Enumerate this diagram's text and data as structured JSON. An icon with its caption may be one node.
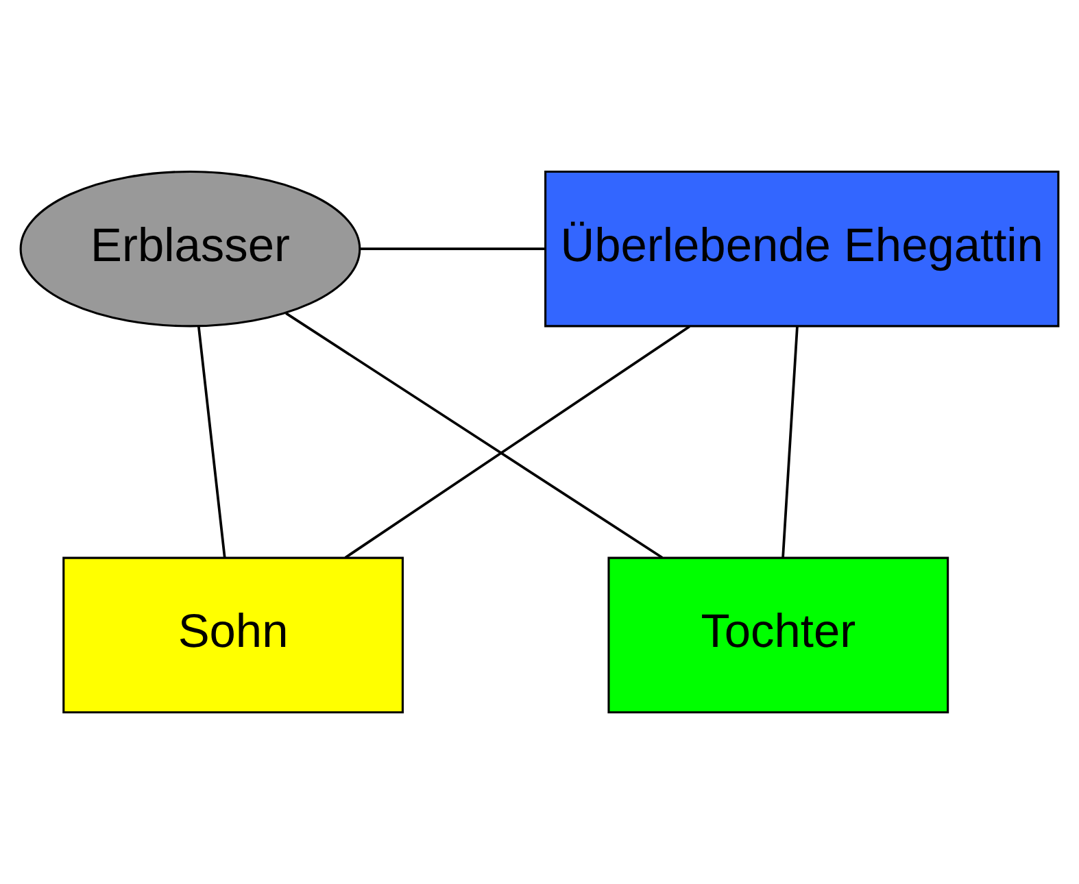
{
  "diagram": {
    "nodes": [
      {
        "text": [
          "Erblasser"
        ]
      },
      {
        "text": [
          "Überlebende Ehegattin"
        ]
      },
      {
        "text": [
          "Sohn"
        ]
      },
      {
        "text": [
          "Tochter"
        ]
      }
    ],
    "edges": [
      {
        "from": 0,
        "to": 1,
        "arrow": "none"
      },
      {
        "from": 0,
        "to": 2,
        "arrow": "none"
      },
      {
        "from": 1,
        "to": 2,
        "arrow": "none"
      },
      {
        "from": 0,
        "to": 3,
        "arrow": "none"
      },
      {
        "from": 1,
        "to": 3,
        "arrow": "none"
      }
    ]
  }
}
